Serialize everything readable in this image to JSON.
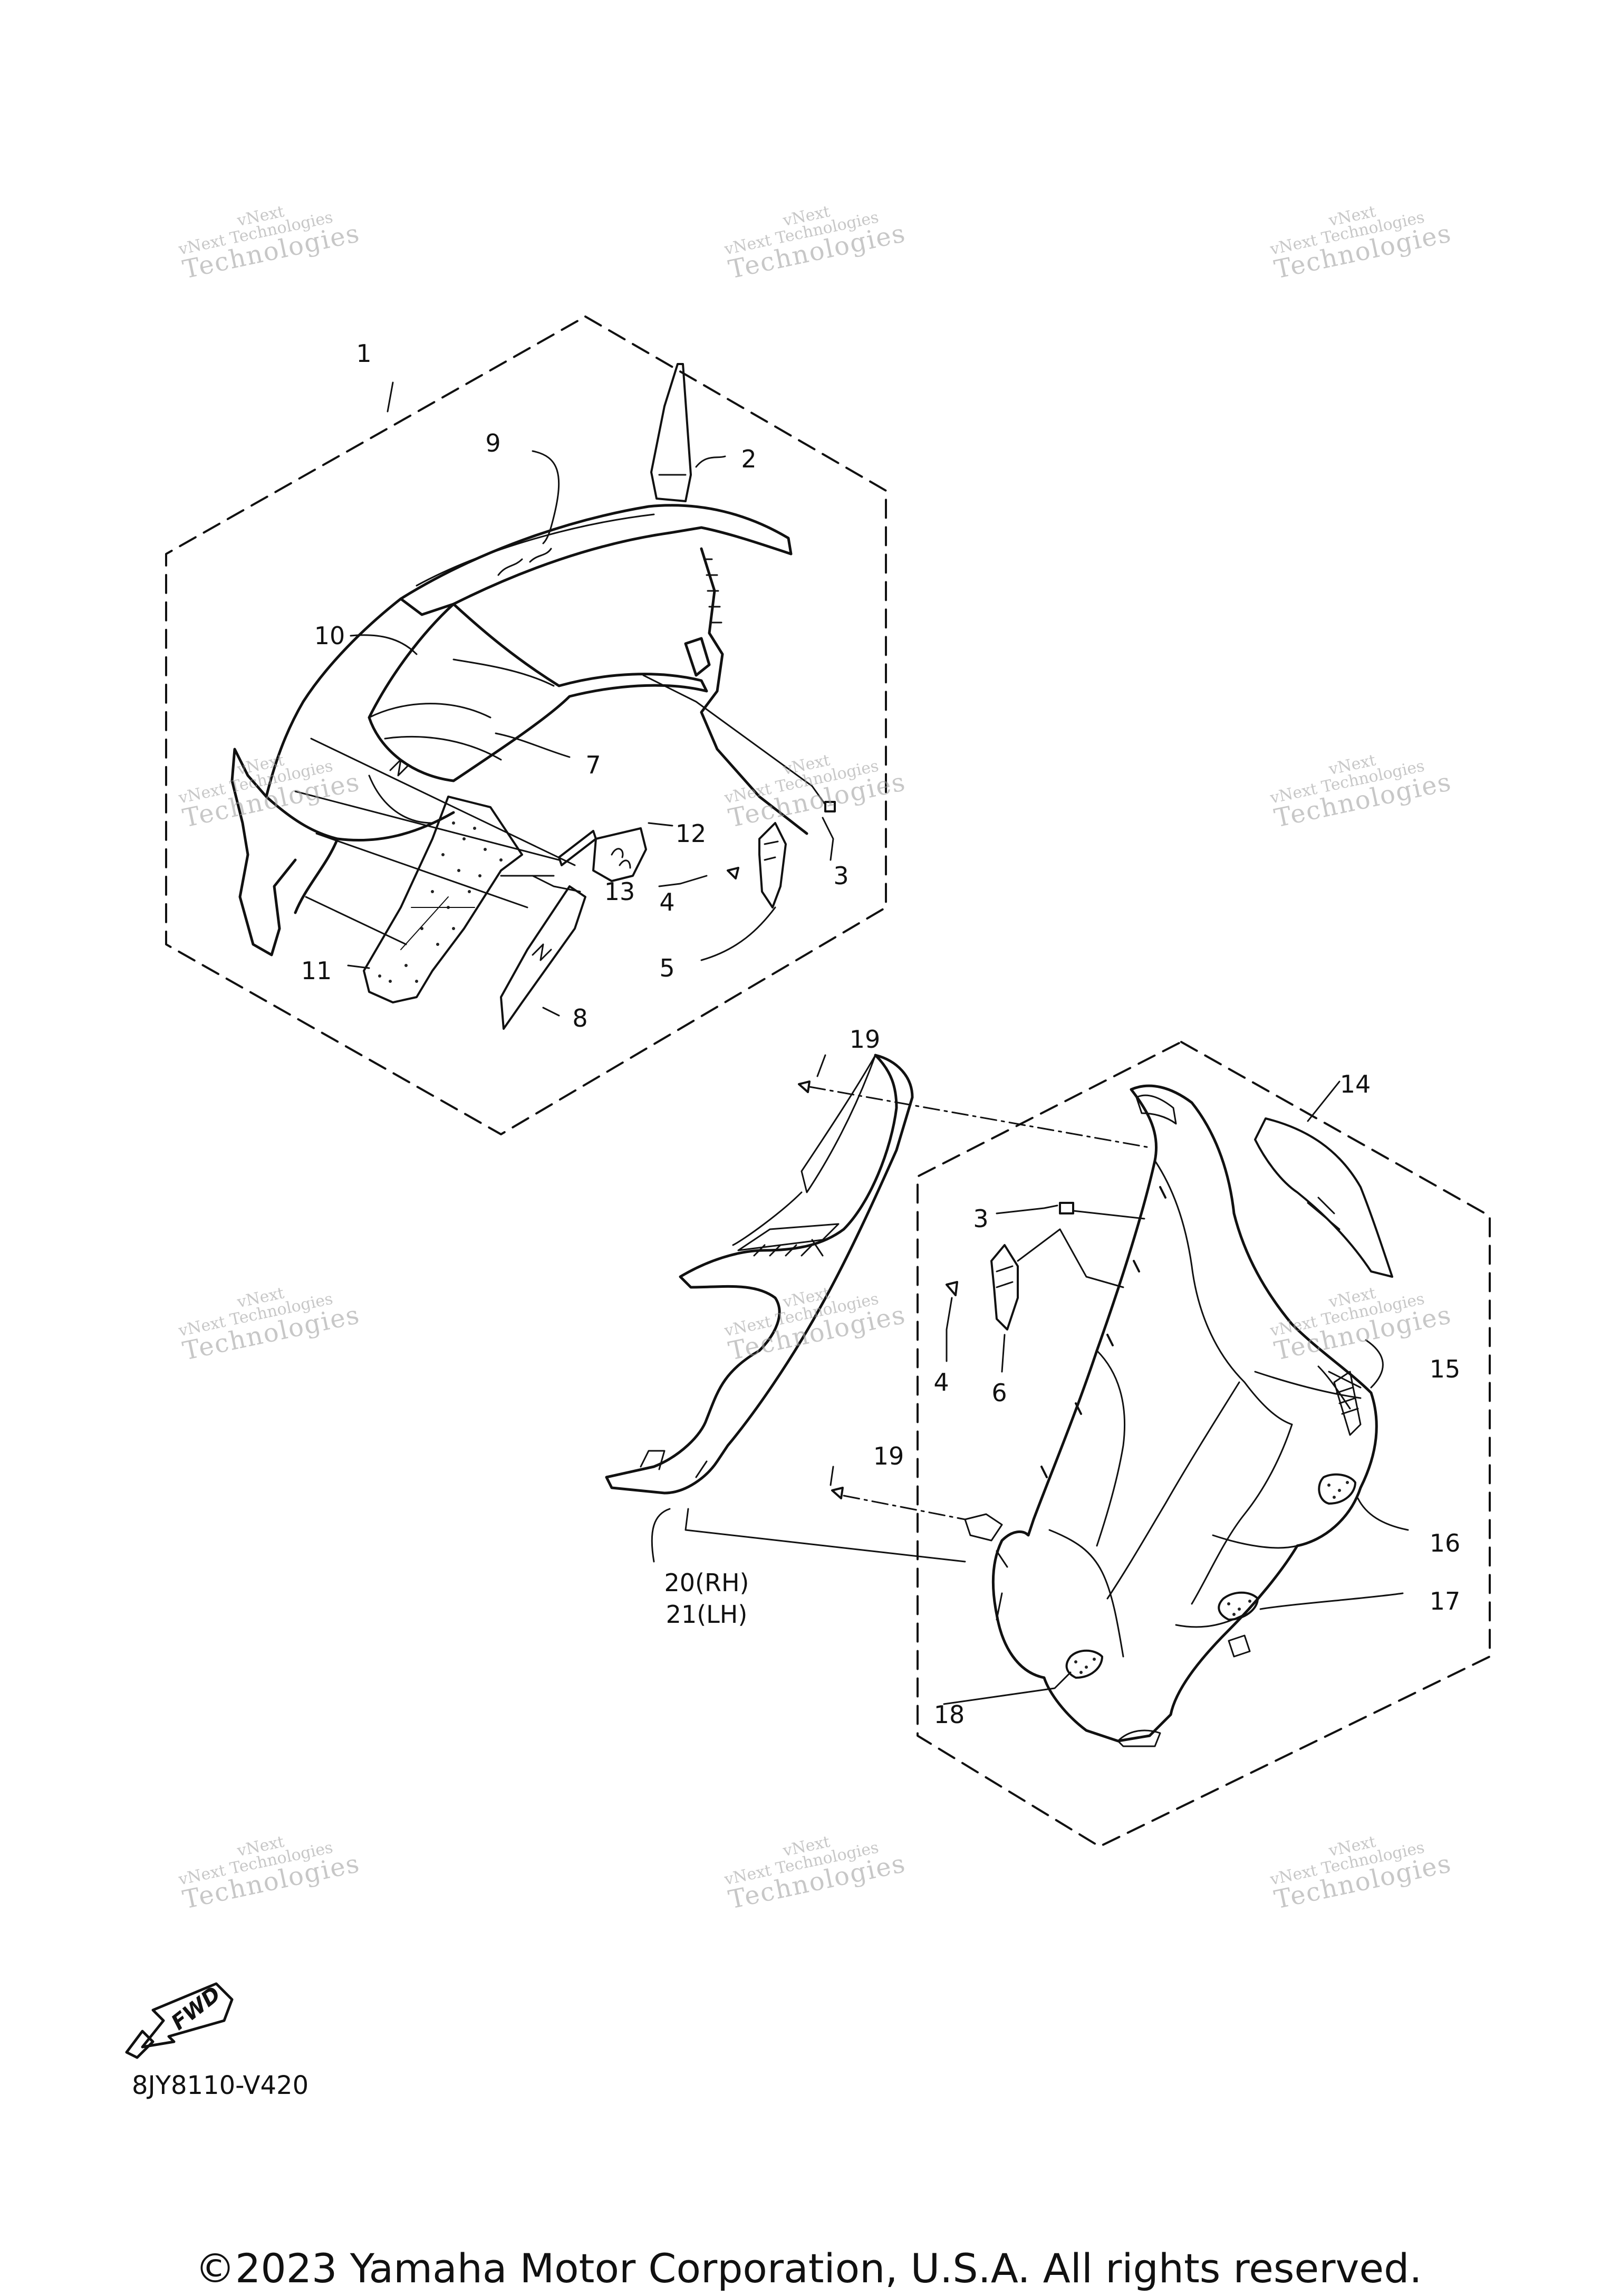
{
  "diagram": {
    "figure_code": "8JY8110-V420",
    "copyright": "©2023 Yamaha Motor Corporation, U.S.A. All rights reserved.",
    "fwd_label": "FWD",
    "watermark": {
      "line1": "vNext Technologies",
      "line2": "Technologies",
      "line3": "vNext"
    },
    "part_labels": {
      "p1": "1",
      "p2": "2",
      "p3a": "3",
      "p4a": "4",
      "p5": "5",
      "p7": "7",
      "p8": "8",
      "p9": "9",
      "p10": "10",
      "p11": "11",
      "p12": "12",
      "p13": "13",
      "p14": "14",
      "p15": "15",
      "p16": "16",
      "p17": "17",
      "p18": "18",
      "p19a": "19",
      "p19b": "19",
      "p3b": "3",
      "p4b": "4",
      "p6": "6",
      "p20": "20(RH)",
      "p21": "21(LH)"
    }
  }
}
